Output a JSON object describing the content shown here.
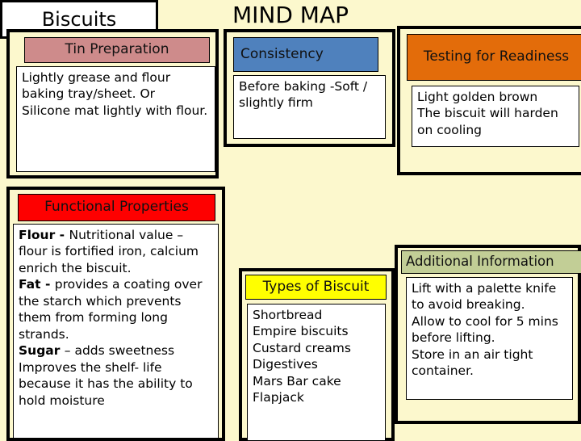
{
  "page": {
    "title": "MIND MAP",
    "background_color": "#fcf8cd"
  },
  "boxes": {
    "tin_preparation": {
      "header": "Tin Preparation",
      "header_color": "#ce8b8b",
      "lines": [
        "Lightly grease and flour",
        "baking tray/sheet. Or",
        "Silicone mat lightly with flour."
      ]
    },
    "consistency": {
      "header": "Consistency",
      "header_color": "#4f81bd",
      "lines": [
        "Before baking -Soft /",
        "slightly firm"
      ]
    },
    "testing_for_readiness": {
      "header": "Testing for Readiness",
      "header_color": "#e36c0a",
      "lines": [
        "Light golden brown",
        "The biscuit will harden",
        "on cooling"
      ]
    },
    "functional_properties": {
      "header": "Functional Properties",
      "header_color": "#fe0000",
      "entries": [
        {
          "term": "Flour - ",
          "text": "Nutritional value – flour is fortified iron, calcium enrich the biscuit."
        },
        {
          "term": "Fat - ",
          "text": "provides a coating over the starch which prevents them from forming long strands."
        },
        {
          "term": "Sugar ",
          "text": "– adds sweetness"
        },
        {
          "term": "",
          "text": " Improves the shelf- life because it has the ability to hold moisture"
        }
      ]
    },
    "biscuits": {
      "label": "Biscuits"
    },
    "types_of_biscuit": {
      "header": "Types of Biscuit",
      "header_color": "#ffff00",
      "items": [
        "Shortbread",
        "Empire biscuits",
        "Custard creams",
        "Digestives",
        "Mars Bar cake",
        "Flapjack"
      ]
    },
    "additional_information": {
      "header": "Additional Information",
      "header_color": "#c2ce96",
      "lines": [
        "Lift with a palette knife",
        "to avoid breaking.",
        "Allow to cool for 5 mins",
        "before lifting.",
        "Store in an air tight",
        "container."
      ]
    }
  }
}
